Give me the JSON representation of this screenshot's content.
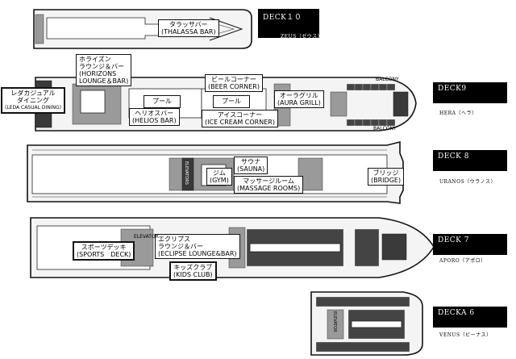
{
  "decks": [
    {
      "id": "deck10",
      "title": "DECK１０",
      "name": "ZEUS（ゼウス）"
    },
    {
      "id": "deck9",
      "title": "DECK9",
      "name": "HERA（ヘラ）"
    },
    {
      "id": "deck8",
      "title": "DECK 8",
      "name": "URANOS（ウラノス）"
    },
    {
      "id": "deck7",
      "title": "DECK 7",
      "name": "APORO（アポロ）"
    },
    {
      "id": "deck6",
      "title": "DECKA 6",
      "name": "VENUS（ビーナス）"
    }
  ],
  "labels": {
    "thalassa": [
      "タラッサバー",
      "(THALASSA BAR)"
    ],
    "horizons": [
      "ホライズン",
      "ラウンジ＆バー",
      "(HORIZONS",
      "LOUNGE＆BAR)"
    ],
    "leda": [
      "レダカジュアル",
      "ダイニング",
      "(LEDA CASUAL DINING)"
    ],
    "helios": [
      "ヘリオスバー",
      "(HELIOS BAR)"
    ],
    "beer": [
      "ビールコーナー",
      "(BEER CORNER)"
    ],
    "icecream": [
      "アイスコーナー",
      "(ICE CREAM CORNER)"
    ],
    "aura": [
      "オーラグリル",
      "(AURA GRILL)"
    ],
    "pool1": "プール",
    "pool2": "プール",
    "sauna": [
      "サウナ",
      "(SAUNA)"
    ],
    "gym": [
      "ジム",
      "(GYM)"
    ],
    "massage": [
      "マッサージルーム",
      "(MASSAGE ROOMS)"
    ],
    "bridge": [
      "ブリッジ",
      "(BRIDGE)"
    ],
    "sports": [
      "スポーツデッキ",
      "(SPORTS　DECK)"
    ],
    "eclipse": [
      "エクリプス",
      "ラウンジ＆バー",
      "(ECLIPSE LOUNGE&BAR)"
    ],
    "kids": [
      "キッズクラブ",
      "(KIDS CLUB)"
    ]
  },
  "small_tags": {
    "balcony_top": "BALCONY",
    "balcony_bottom": "BALCONY",
    "elevator8": "ELEVATORS",
    "elevator7": "ELEVATOR",
    "elevator6": "ELEVATOR"
  }
}
